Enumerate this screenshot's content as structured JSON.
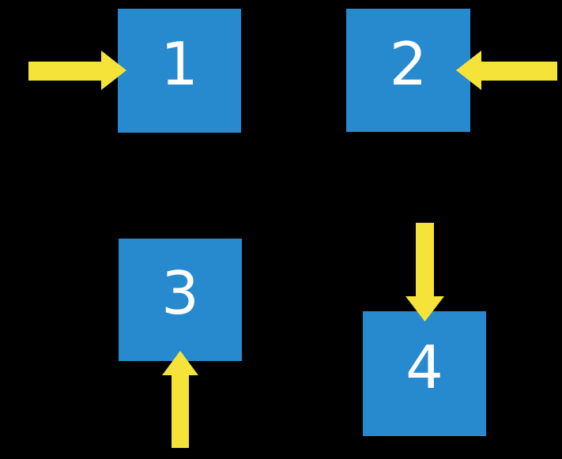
{
  "colors": {
    "background": "#000000",
    "square_blue": "#2789CE",
    "arrow_yellow": "#F5E33A",
    "label_white": "#FFFFFF"
  },
  "squares": [
    {
      "label": "1",
      "arrow": "from-left-pointing-right"
    },
    {
      "label": "2",
      "arrow": "from-right-pointing-left"
    },
    {
      "label": "3",
      "arrow": "from-bottom-pointing-up"
    },
    {
      "label": "4",
      "arrow": "from-top-pointing-down"
    }
  ]
}
